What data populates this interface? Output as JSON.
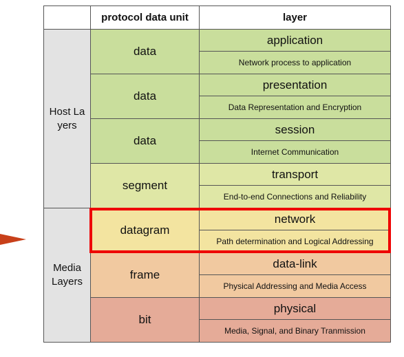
{
  "header": {
    "pdu": "protocol data unit",
    "layer": "layer"
  },
  "groups": [
    {
      "label": "Host Layers"
    },
    {
      "label": "Media Layers"
    }
  ],
  "rows": [
    {
      "pdu": "data",
      "name": "application",
      "desc": "Network process to application"
    },
    {
      "pdu": "data",
      "name": "presentation",
      "desc": "Data Representation and Encryption"
    },
    {
      "pdu": "data",
      "name": "session",
      "desc": "Internet Communication"
    },
    {
      "pdu": "segment",
      "name": "transport",
      "desc": "End-to-end Connections and Reliability"
    },
    {
      "pdu": "datagram",
      "name": "network",
      "desc": "Path determination and Logical Addressing"
    },
    {
      "pdu": "frame",
      "name": "data-link",
      "desc": "Physical Addressing and Media Access"
    },
    {
      "pdu": "bit",
      "name": "physical",
      "desc": "Media, Signal, and Binary Tranmission"
    }
  ],
  "colors": {
    "upper_layers": "#c9de9c",
    "transport": "#dfe7a6",
    "network": "#f3e4a0",
    "data_link": "#f1c9a0",
    "physical": "#e5ab98",
    "highlight": "#ee0000",
    "arrow": "#c8401a"
  },
  "highlighted_layer": "network"
}
